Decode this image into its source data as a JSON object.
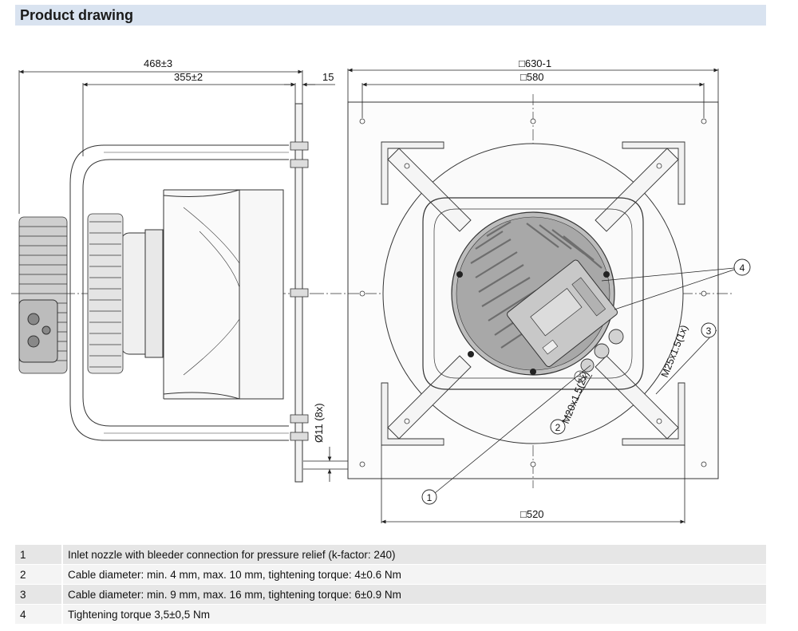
{
  "header": {
    "title": "Product drawing"
  },
  "dimensions": {
    "side_overall": "468±3",
    "side_inner": "355±2",
    "flange": "15",
    "front_outer": "□630-1",
    "front_holes": "□580",
    "front_bottom": "□520",
    "hole_dia": "Ø11 (8x)",
    "gland_small": "M20x1.5(2x)",
    "gland_large": "M25x1.5(1x)"
  },
  "callouts": [
    "1",
    "2",
    "3",
    "4"
  ],
  "legend": [
    {
      "num": "1",
      "text": "Inlet nozzle with bleeder connection for pressure relief (k-factor: 240)"
    },
    {
      "num": "2",
      "text": "Cable diameter: min. 4 mm, max. 10 mm, tightening torque: 4±0.6 Nm"
    },
    {
      "num": "3",
      "text": "Cable diameter: min. 9 mm, max. 16 mm, tightening torque: 6±0.9 Nm"
    },
    {
      "num": "4",
      "text": "Tightening torque 3,5±0,5 Nm"
    }
  ]
}
